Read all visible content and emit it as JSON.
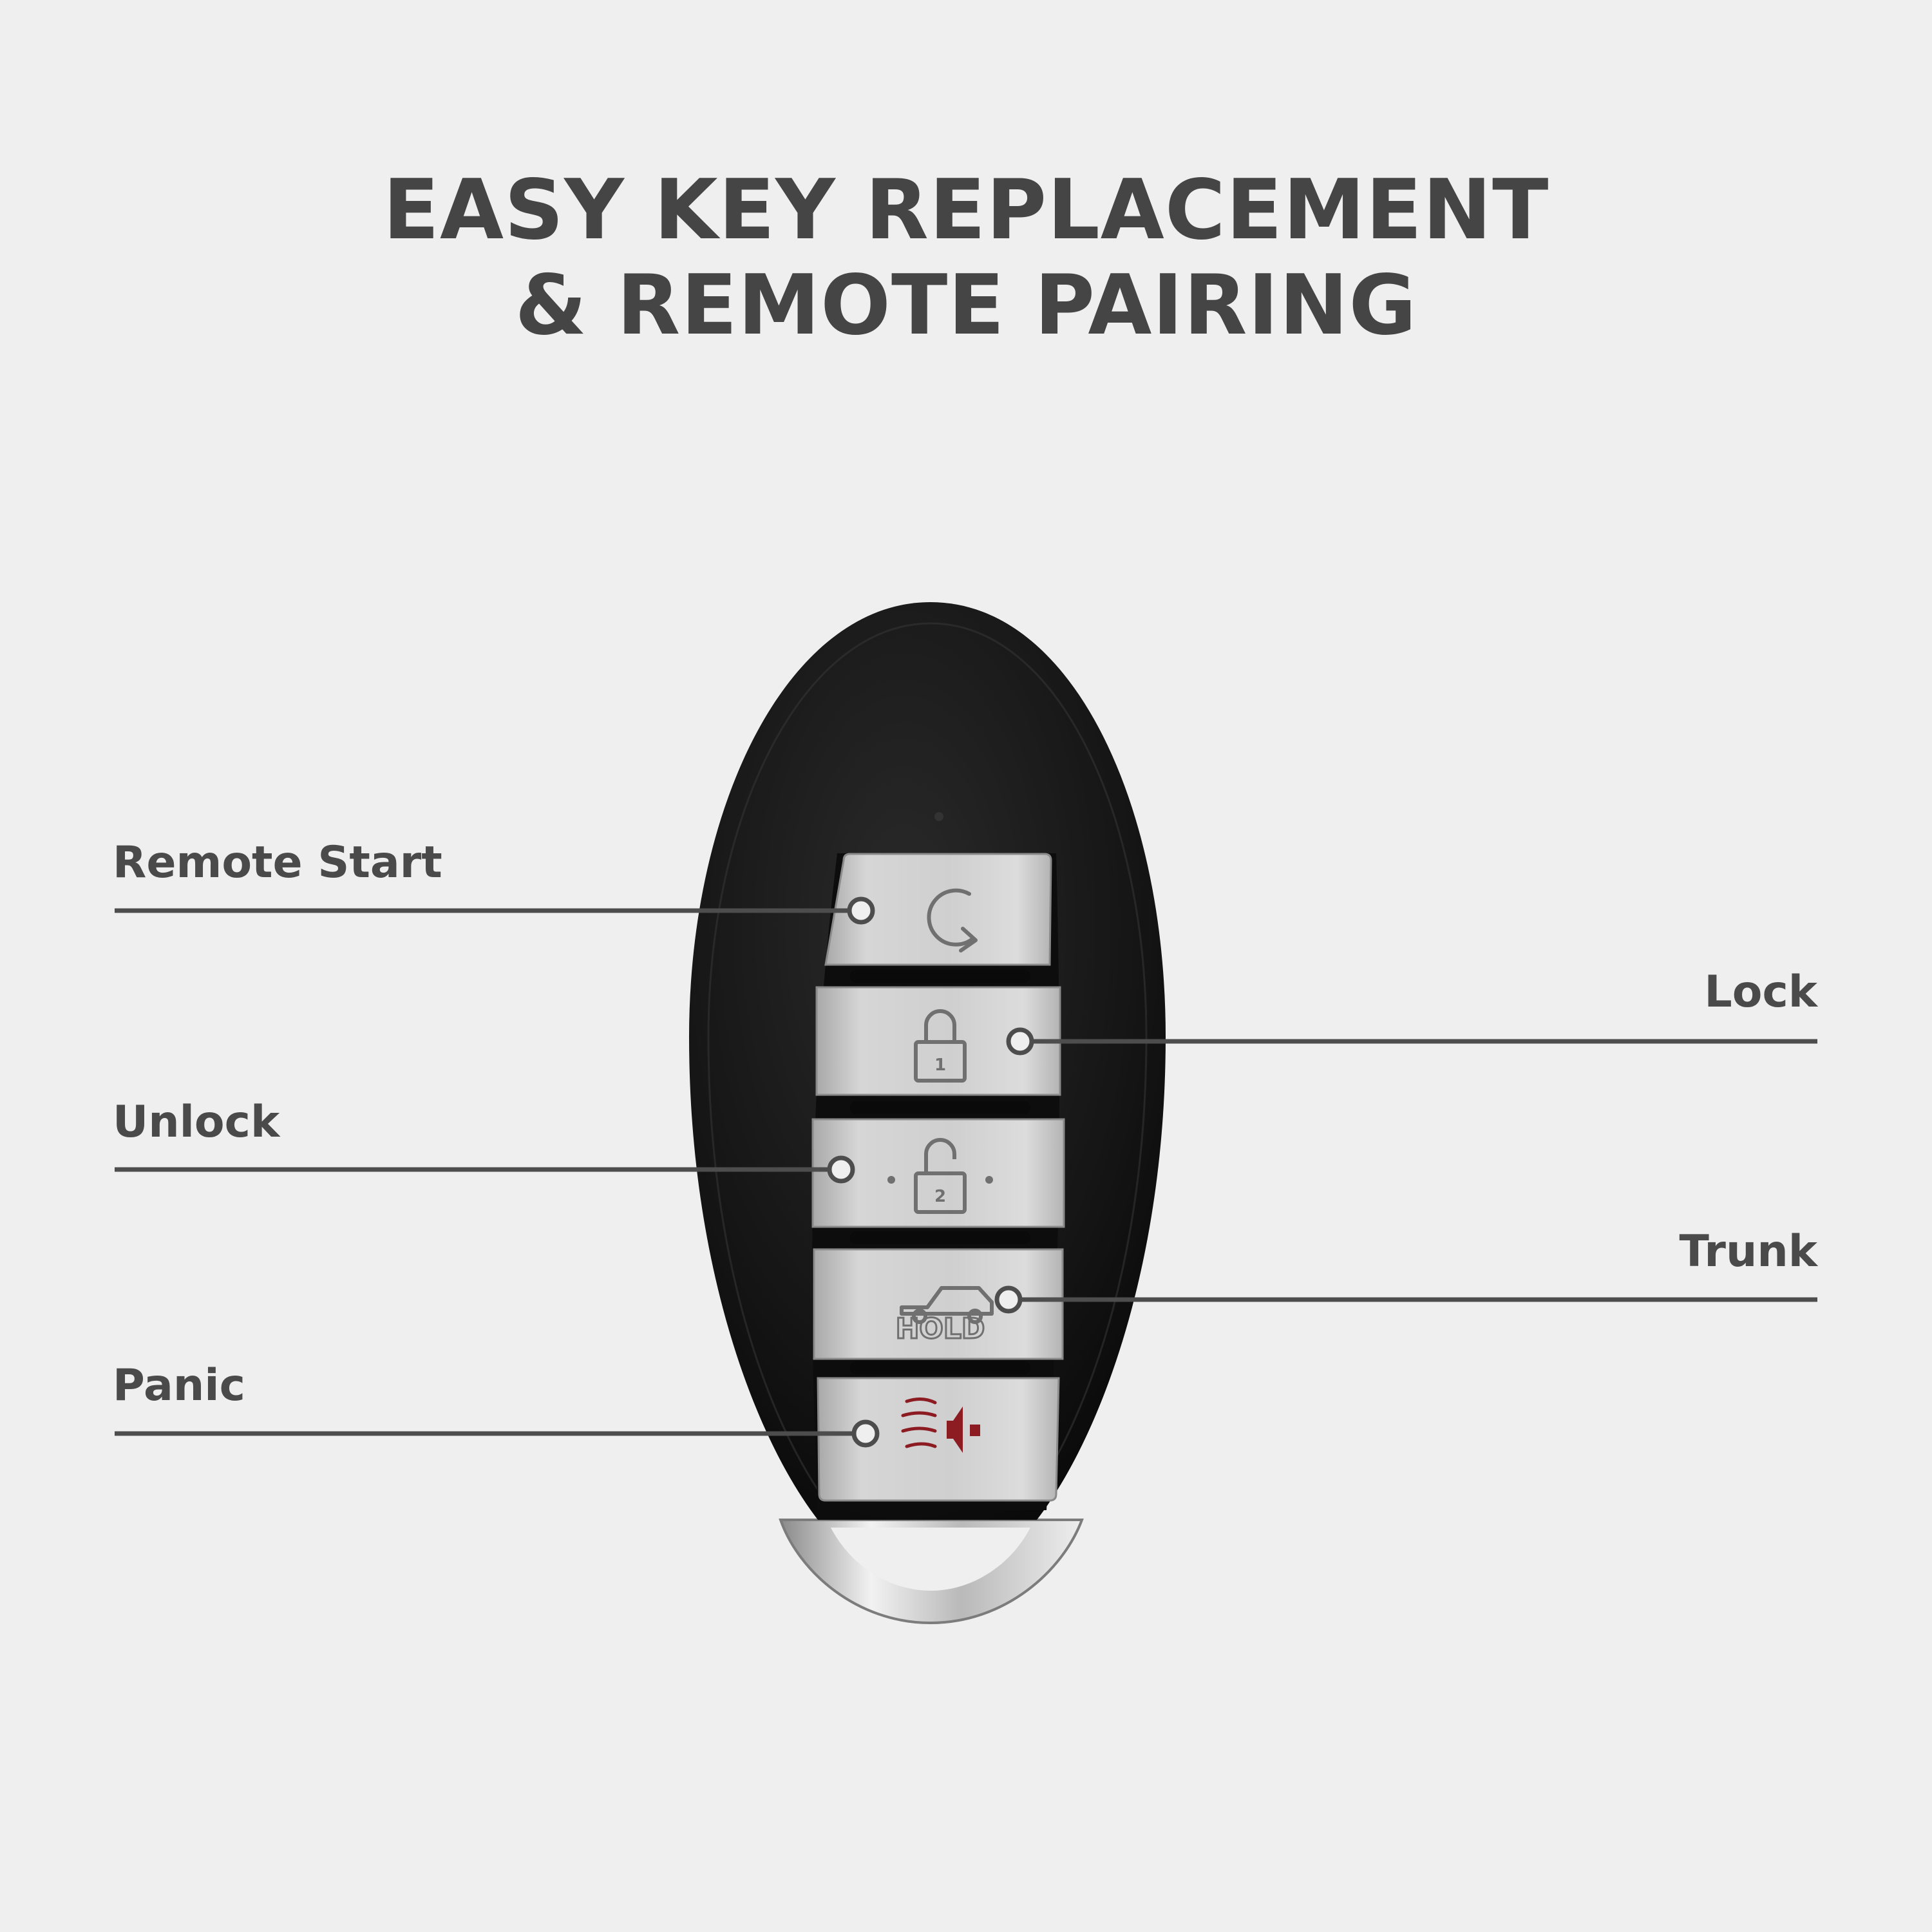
{
  "title": {
    "line1": "EASY KEY REPLACEMENT",
    "line2": "& REMOTE PAIRING"
  },
  "callouts": {
    "remote_start": "Remote Start",
    "lock": "Lock",
    "unlock": "Unlock",
    "trunk": "Trunk",
    "panic": "Panic"
  },
  "buttons": {
    "trunk_hold_text": "HOLD"
  },
  "colors": {
    "background": "#efefef",
    "text": "#454545",
    "leader_line": "#4d4d4d",
    "fob_body": "#141414",
    "button_silver": "#c9c9c9",
    "panic_red": "#8c1b22"
  }
}
